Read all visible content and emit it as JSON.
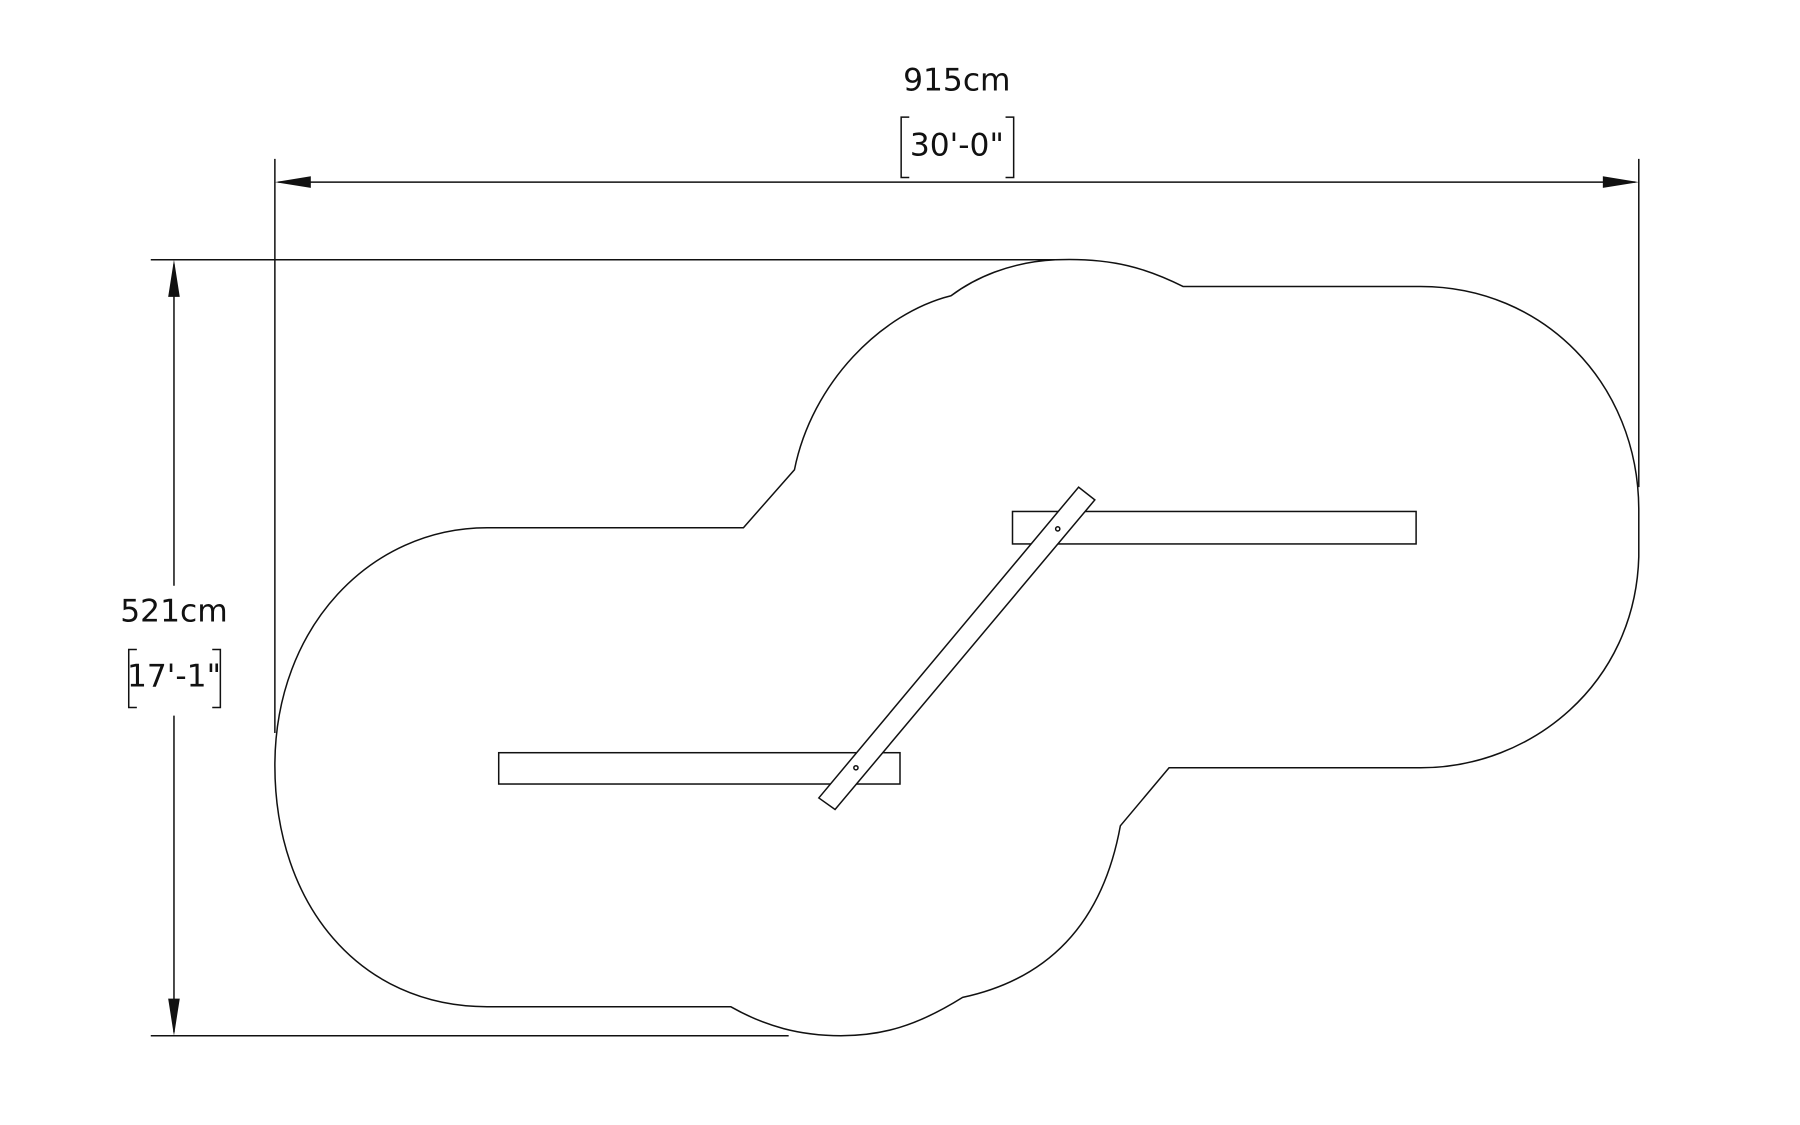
{
  "dimensions": {
    "width": {
      "metric": "915cm",
      "imperial": "30'-0\""
    },
    "depth": {
      "metric": "521cm",
      "imperial": "17'-1\""
    }
  },
  "colors": {
    "line": "#111111",
    "background": "#ffffff"
  }
}
